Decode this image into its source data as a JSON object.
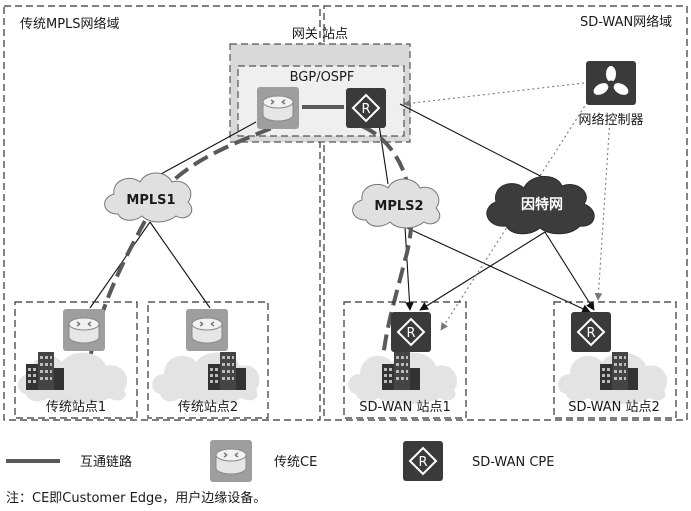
{
  "regions": {
    "traditional_domain": "传统MPLS网络域",
    "sdwan_domain": "SD-WAN网络域",
    "gateway_site": "网关  站点",
    "routing_protocol": "BGP/OSPF"
  },
  "clouds": {
    "mpls1": "MPLS1",
    "mpls2": "MPLS2",
    "internet": "因特网"
  },
  "controller_label": "网络控制器",
  "sites": {
    "trad_site1": "传统站点1",
    "trad_site2": "传统站点2",
    "sdwan_site1": "SD-WAN 站点1",
    "sdwan_site2": "SD-WAN 站点2"
  },
  "legend": {
    "link": "互通链路",
    "traditional_ce": "传统CE",
    "sdwan_cpe": "SD-WAN CPE"
  },
  "note": "注：CE即Customer Edge，用户边缘设备。",
  "colors": {
    "ce_gray": "#9e9e9e",
    "cpe_dark": "#3a3a3a",
    "gateway_fill": "#d9d9d9",
    "cloud_fill": "#e0e0e0",
    "internet_fill": "#3c3c3c",
    "link_dash": "#595959"
  }
}
